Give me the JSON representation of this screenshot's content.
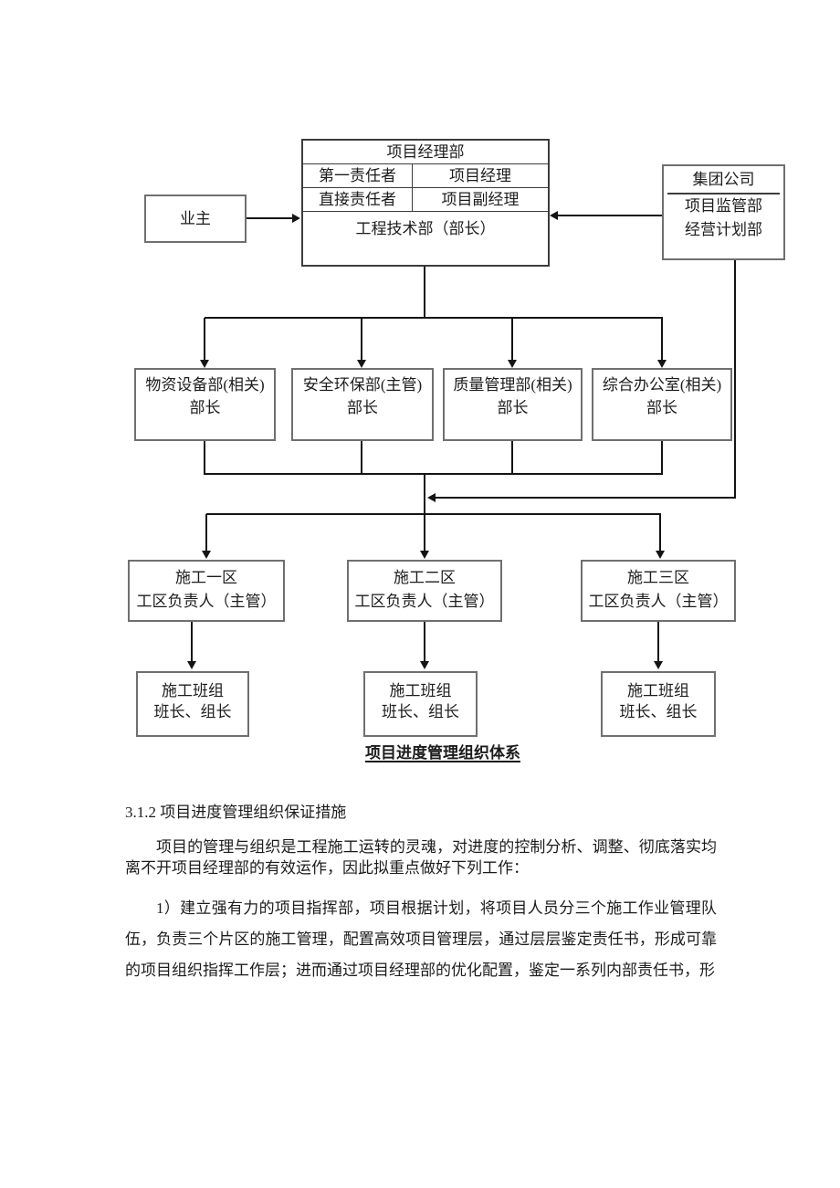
{
  "diagram": {
    "owner_box": {
      "label": "业主"
    },
    "main_table": {
      "title": "项目经理部",
      "rows": [
        {
          "label": "第一责任者",
          "value": "项目经理"
        },
        {
          "label": "直接责任者",
          "value": "项目副经理"
        }
      ],
      "footer": "工程技术部（部长）"
    },
    "group_box": {
      "title": "集团公司",
      "members": [
        "项目监管部",
        "经营计划部"
      ]
    },
    "departments": [
      {
        "name": "物资设备部(相关)",
        "role": "部长"
      },
      {
        "name": "安全环保部(主管)",
        "role": "部长"
      },
      {
        "name": "质量管理部(相关)",
        "role": "部长"
      },
      {
        "name": "综合办公室(相关)",
        "role": "部长"
      }
    ],
    "zones": [
      {
        "name": "施工一区",
        "leader": "工区负责人（主管）"
      },
      {
        "name": "施工二区",
        "leader": "工区负责人（主管）"
      },
      {
        "name": "施工三区",
        "leader": "工区负责人（主管）"
      }
    ],
    "crews": [
      {
        "name": "施工班组",
        "leaders": "班长、组长"
      },
      {
        "name": "施工班组",
        "leaders": "班长、组长"
      },
      {
        "name": "施工班组",
        "leaders": "班长、组长"
      }
    ],
    "caption": "项目进度管理组织体系",
    "line_color": "#141414",
    "box_border_color": "#6f6f6f"
  },
  "body": {
    "heading": "3.1.2 项目进度管理组织保证措施",
    "para1": "项目的管理与组织是工程施工运转的灵魂，对进度的控制分析、调整、彻底落实均离不开项目经理部的有效运作，因此拟重点做好下列工作：",
    "para2": "1）建立强有力的项目指挥部，项目根据计划，将项目人员分三个施工作业管理队伍，负责三个片区的施工管理，配置高效项目管理层，通过层层鉴定责任书，形成可靠的项目组织指挥工作层；进而通过项目经理部的优化配置，鉴定一系列内部责任书，形"
  }
}
